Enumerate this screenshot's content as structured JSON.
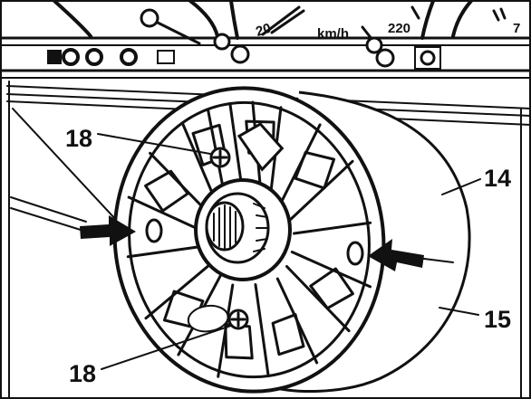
{
  "gauges": {
    "speed_left": "20",
    "unit": "km/h",
    "speed_right": "220",
    "tach_digit": "7"
  },
  "callouts": {
    "screw_top": "18",
    "cover_upper": "14",
    "cover_lower": "15",
    "screw_bottom": "18"
  },
  "colors": {
    "ink": "#111111",
    "paper": "#ffffff",
    "arrow": "#111111"
  }
}
